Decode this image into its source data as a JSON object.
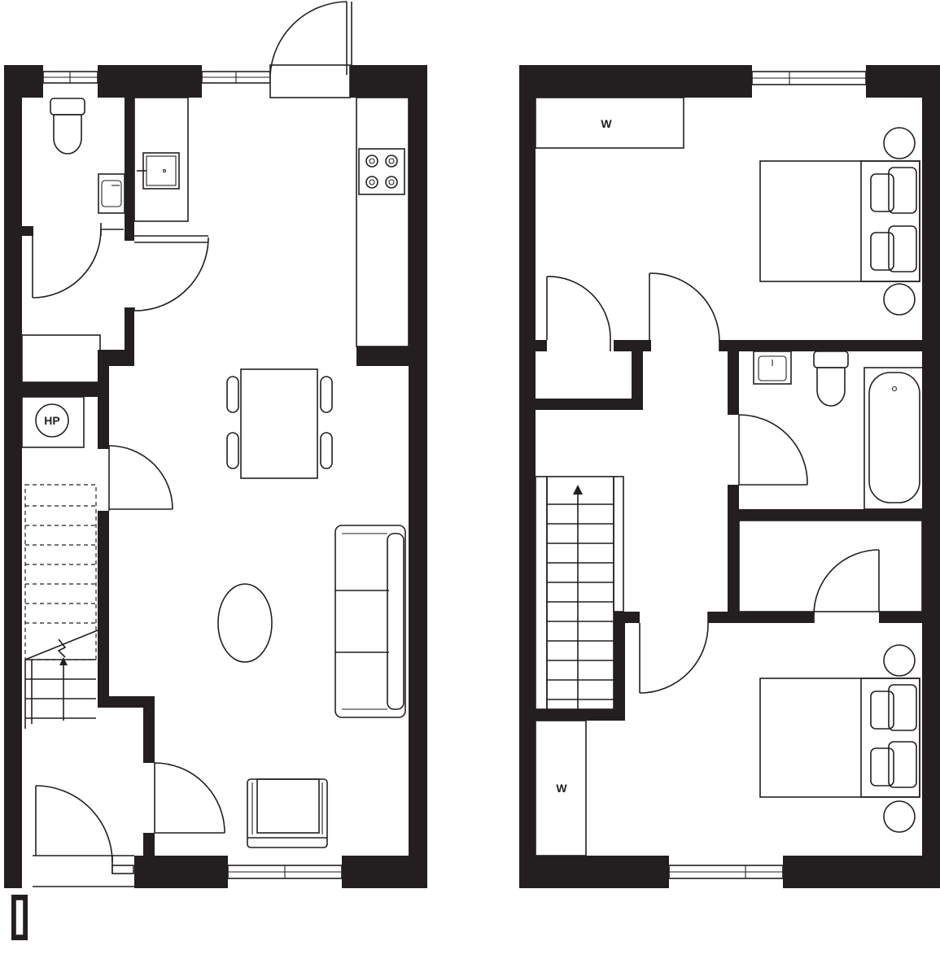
{
  "labels": {
    "heat_pump": "HP",
    "wardrobe_bedroom_1": "W",
    "wardrobe_bedroom_2": "W"
  },
  "colors": {
    "wall": "#231f20",
    "background": "#ffffff"
  }
}
